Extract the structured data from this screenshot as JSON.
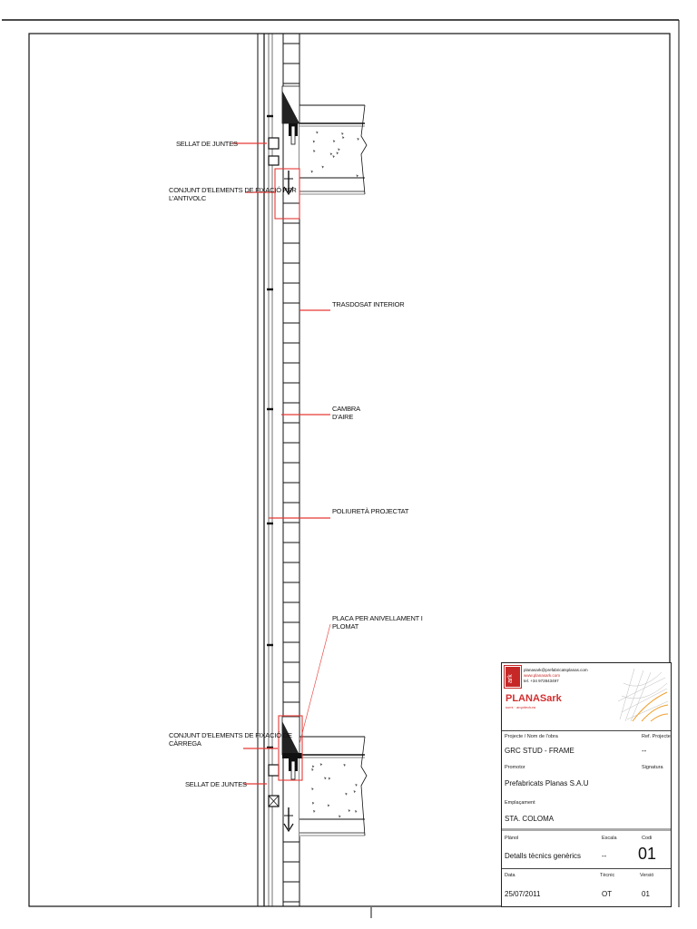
{
  "labels": {
    "sellat_top": "SELLAT DE JUNTES",
    "conjunt_antivolc_1": "CONJUNT D'ELEMENTS DE FIXACIÓ PER",
    "conjunt_antivolc_2": "L'ANTIVOLC",
    "trasdosat": "TRASDOSAT INTERIOR",
    "cambra_1": "CAMBRA",
    "cambra_2": "D'AIRE",
    "poliureta": "POLIURETÀ PROJECTAT",
    "placa_1": "PLACA PER ANIVELLAMENT I",
    "placa_2": "PLOMAT",
    "conjunt_carrega_1": "CONJUNT D'ELEMENTS DE FIXACIÓ DE",
    "conjunt_carrega_2": "CÀRREGA",
    "sellat_bottom": "SELLAT DE JUNTES"
  },
  "title_block": {
    "logo_mark": "ark",
    "brand": "PLANASark",
    "brand_sub": "sumi · arquitectura",
    "contact_email": "planasark@prefabricatsplanas.com",
    "contact_web": "www.planasark.com",
    "contact_tel": "tel. +34 972843497",
    "projecte_label": "Projecte / Nom de l'obra",
    "projecte_value": "GRC STUD - FRAME",
    "ref_label": "Ref. Projecte",
    "ref_value": "--",
    "promotor_label": "Promotor",
    "signatura_label": "Signatura",
    "promotor_value": "Prefabricats Planas S.A.U",
    "emplacament_label": "Emplaçament",
    "emplacament_value": "STA. COLOMA",
    "planol_label": "Plànol",
    "escala_label": "Escala",
    "codi_label": "Codi",
    "planol_value": "Detalls tècnics genèrics",
    "escala_value": "--",
    "codi_value": "01",
    "data_label": "Data",
    "tecnic_label": "Tècnic",
    "versio_label": "Versió",
    "data_value": "25/07/2011",
    "tecnic_value": "OT",
    "versio_value": "01"
  },
  "colors": {
    "leader": "#e53935",
    "brand": "#d32f2f",
    "line": "#111111"
  }
}
